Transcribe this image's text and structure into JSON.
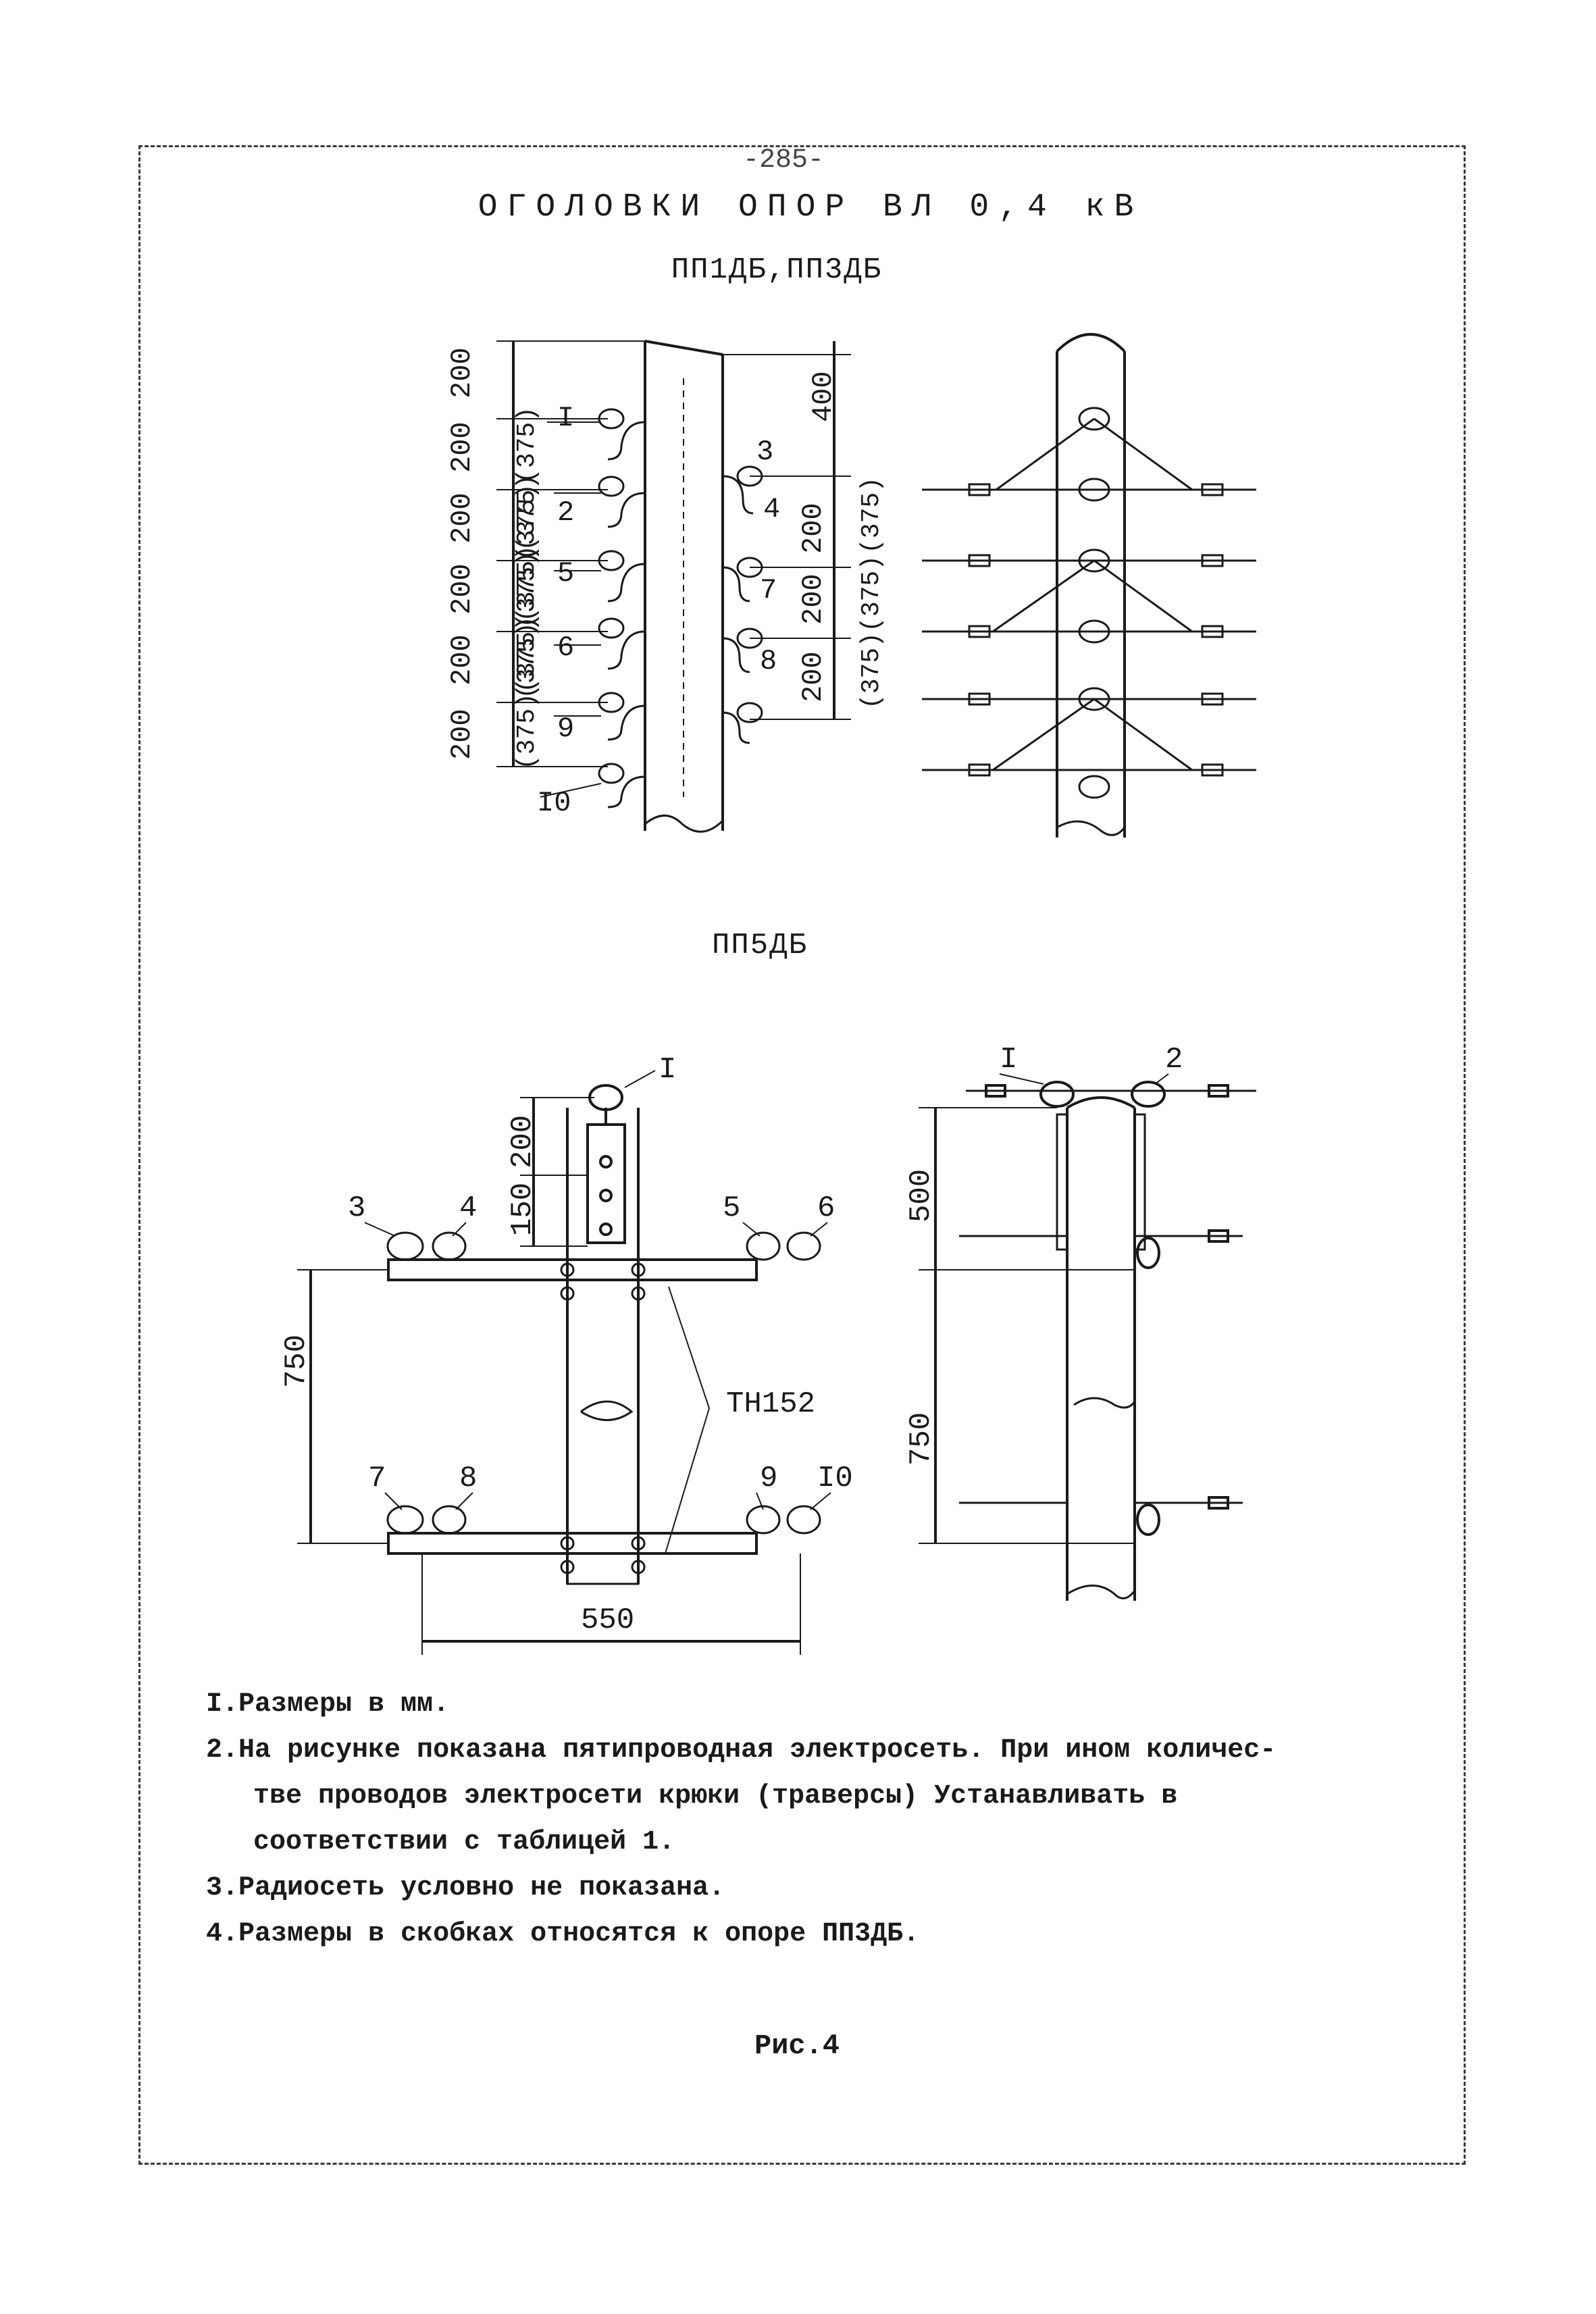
{
  "page": {
    "number": "-285-",
    "title": "ОГОЛОВКИ ОПОР ВЛ 0,4 кВ",
    "subtitle_top": "ПП1ДБ,ПП3ДБ",
    "subtitle_bottom": "ПП5ДБ"
  },
  "figure_top": {
    "left_dims": [
      "200",
      "200",
      "200",
      "200",
      "200",
      "200"
    ],
    "left_dims_paren": [
      "(375)(375)",
      "(375)(375)",
      "(375)(375)",
      "(375)(375)"
    ],
    "right_dims": [
      "400",
      "200",
      "200",
      "200"
    ],
    "right_dims_paren": [
      "(375)",
      "(375)(375)"
    ],
    "hook_labels": [
      "I",
      "2",
      "5",
      "6",
      "9",
      "I0",
      "3",
      "4",
      "7",
      "8"
    ]
  },
  "figure_bottom": {
    "top_label": "I",
    "dims_vertical": [
      "200",
      "150"
    ],
    "crossarm_labels": [
      "3",
      "4",
      "5",
      "6",
      "7",
      "8",
      "9",
      "I0"
    ],
    "spacing_left": "750",
    "bracket_label": "ТН152",
    "width_dim": "550",
    "side_labels": [
      "I",
      "2"
    ],
    "side_dims": [
      "500",
      "750"
    ]
  },
  "notes": [
    {
      "num": "I.",
      "text": "Размеры в мм."
    },
    {
      "num": "2.",
      "text": "На рисунке показана пятипроводная электросеть. При ином количес-",
      "cont1": "тве проводов электросети крюки (траверсы) Устанавливать в",
      "cont2": "соответствии с таблицей 1."
    },
    {
      "num": "3.",
      "text": "Радиосеть условно не показана."
    },
    {
      "num": "4.",
      "text": "Размеры в скобках относятся к опоре ПП3ДБ."
    }
  ],
  "caption": "Рис.4",
  "colors": {
    "ink": "#1a1a1a",
    "paper": "#ffffff"
  }
}
